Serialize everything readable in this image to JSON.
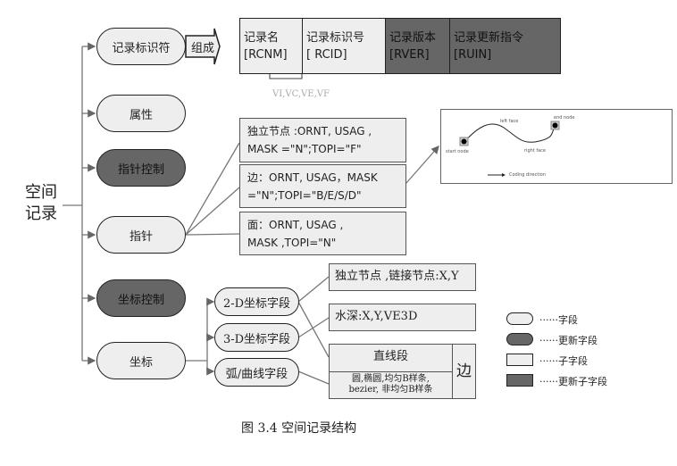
{
  "root": {
    "line1": "空间",
    "line2": "记录"
  },
  "fields": {
    "record_identifier": "记录标识符",
    "attribute": "属性",
    "pointer_control": "指针控制",
    "pointer": "指针",
    "coordinate_control": "坐标控制",
    "coordinate": "坐标"
  },
  "compose_label": "组成",
  "identifier_subfields": [
    {
      "name": "记录名",
      "code": "[RCNM]",
      "type": "subfield"
    },
    {
      "name": "记录标识号",
      "code": "[ RCID]",
      "type": "subfield"
    },
    {
      "name": "记录版本",
      "code": "[RVER]",
      "type": "update-subfield"
    },
    {
      "name": "记录更新指令",
      "code": "[RUIN]",
      "type": "update-subfield"
    }
  ],
  "rcnm_values": "VI,VC,VE,VF",
  "pointer_boxes": [
    {
      "line1": "独立节点 :ORNT, USAG ,",
      "line2": "MASK  =\"N\";TOPI=\"F\""
    },
    {
      "line1": "边：ORNT, USAG，MASK",
      "line2": "=\"N\";TOPI=\"B/E/S/D\""
    },
    {
      "line1": "面：ORNT, USAG ,",
      "line2": "MASK ,TOPI=\"N\""
    }
  ],
  "inset": {
    "left_face": "left face",
    "end_node": "end node",
    "start_node": "start node",
    "right_face": "right face",
    "coding_direction": "Coding direction"
  },
  "coordinate_fields": [
    "2-D坐标字段",
    "3-D坐标字段",
    "弧/曲线字段"
  ],
  "coordinate_boxes": {
    "node_xy": "独立节点 ,链接节点:X,Y",
    "depth": "水深:X,Y,VE3D",
    "line_segment": "直线段",
    "curves_line1": "圆,椭圆,均匀B样条,",
    "curves_line2": "bezier, 非均匀B样条",
    "edge": "边"
  },
  "legend": [
    {
      "shape": "pill",
      "fill": "#eeeeee",
      "label": "······字段"
    },
    {
      "shape": "pill",
      "fill": "#666666",
      "label": "······更新字段"
    },
    {
      "shape": "rect",
      "fill": "#eeeeee",
      "label": "······子字段"
    },
    {
      "shape": "rect",
      "fill": "#666666",
      "label": "······更新子字段"
    }
  ],
  "caption": "图 3.4 空间记录结构"
}
